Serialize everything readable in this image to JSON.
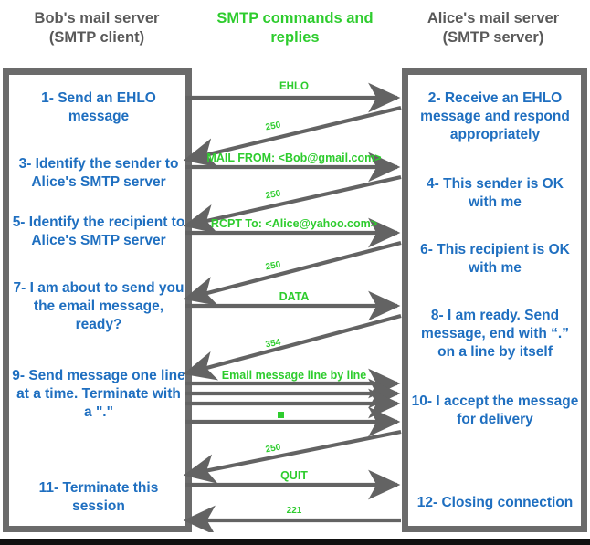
{
  "diagram": {
    "title": "SMTP commands and replies",
    "colors": {
      "command_green": "#2ECC2E",
      "step_blue": "#1F6FC0",
      "frame_gray": "#6b6b6b",
      "header_gray": "#595959",
      "arrow_gray": "#636363",
      "background": "#ffffff"
    }
  },
  "headers": {
    "left_line1": "Bob's mail server",
    "left_line2": "(SMTP client)",
    "center_line1": "SMTP commands and",
    "center_line2": "replies",
    "right_line1": "Alice's mail server",
    "right_line2": "(SMTP server)"
  },
  "client_steps": [
    {
      "id": "step-1",
      "text": "1- Send an EHLO message"
    },
    {
      "id": "step-3",
      "text": "3- Identify the sender to Alice's SMTP server"
    },
    {
      "id": "step-5",
      "text": "5- Identify\nthe recipient to Alice's SMTP server"
    },
    {
      "id": "step-7",
      "text": "7- I am about to send you the email message, ready?"
    },
    {
      "id": "step-9",
      "text": "9- Send message one line at a time. Terminate with a \".\""
    },
    {
      "id": "step-11",
      "text": "11- Terminate this session"
    }
  ],
  "server_steps": [
    {
      "id": "step-2",
      "text": "2- Receive an EHLO message and respond appropriately"
    },
    {
      "id": "step-4",
      "text": "4- This sender is OK with me"
    },
    {
      "id": "step-6",
      "text": "6- This recipient is OK with me"
    },
    {
      "id": "step-8",
      "text": "8-  I am ready. Send message, end with “.” on a line by itself"
    },
    {
      "id": "step-10",
      "text": "10-  I accept the message for delivery"
    },
    {
      "id": "step-12",
      "text": "12-  Closing connection"
    }
  ],
  "messages": [
    {
      "id": "msg-ehlo",
      "label": "EHLO",
      "direction": "client-to-server",
      "style": "horizontal"
    },
    {
      "id": "msg-250-a",
      "label": "250",
      "direction": "server-to-client",
      "style": "diagonal"
    },
    {
      "id": "msg-mail-from",
      "label": "MAIL FROM: <Bob@gmail.com>",
      "direction": "client-to-server",
      "style": "horizontal"
    },
    {
      "id": "msg-250-b",
      "label": "250",
      "direction": "server-to-client",
      "style": "diagonal"
    },
    {
      "id": "msg-rcpt-to",
      "label": "RCPT To: <Alice@yahoo.com>",
      "direction": "client-to-server",
      "style": "horizontal"
    },
    {
      "id": "msg-250-c",
      "label": "250",
      "direction": "server-to-client",
      "style": "diagonal"
    },
    {
      "id": "msg-data",
      "label": "DATA",
      "direction": "client-to-server",
      "style": "horizontal"
    },
    {
      "id": "msg-354",
      "label": "354",
      "direction": "server-to-client",
      "style": "diagonal"
    },
    {
      "id": "msg-email-lines",
      "label": "Email message line by line",
      "direction": "client-to-server",
      "style": "horizontal-group"
    },
    {
      "id": "msg-dot",
      "label": ".",
      "direction": "client-to-server",
      "style": "terminator-dot"
    },
    {
      "id": "msg-250-d",
      "label": "250",
      "direction": "server-to-client",
      "style": "diagonal"
    },
    {
      "id": "msg-quit",
      "label": "QUIT",
      "direction": "client-to-server",
      "style": "horizontal"
    },
    {
      "id": "msg-221",
      "label": "221",
      "direction": "server-to-client",
      "style": "horizontal"
    }
  ]
}
